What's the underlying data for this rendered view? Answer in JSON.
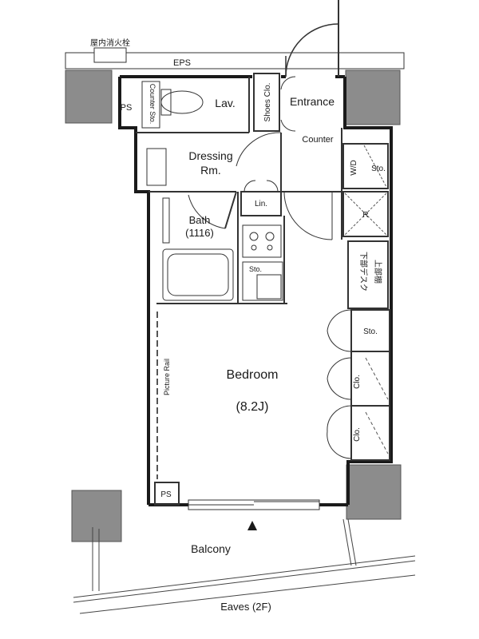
{
  "labels": {
    "hydrant": "屋内消火栓",
    "eps": "EPS",
    "ps_top": "PS",
    "counter_sto": "Counter Sto.",
    "lav": "Lav.",
    "shoes_clo": "Shoes Clo.",
    "entrance": "Entrance",
    "counter": "Counter",
    "dressing": "Dressing",
    "dressing_rm": "Rm.",
    "wd": "W/D",
    "sto_wd": "Sto.",
    "lin": "Lin.",
    "bath": "Bath",
    "bath_size": "(1116)",
    "r": "R",
    "sto_kitchen": "Sto.",
    "desk_lower": "下部デスク",
    "desk_upper": "上部棚",
    "sto_right": "Sto.",
    "picture_rail": "Picture Rail",
    "clo_1": "Clo.",
    "clo_2": "Clo.",
    "bedroom": "Bedroom",
    "bedroom_size": "(8.2J)",
    "ps_bottom": "PS",
    "balcony": "Balcony",
    "eaves": "Eaves (2F)"
  },
  "colors": {
    "wall": "#1a1a1a",
    "column": "#8c8c8c",
    "line": "#333333",
    "light_line": "#888888"
  }
}
